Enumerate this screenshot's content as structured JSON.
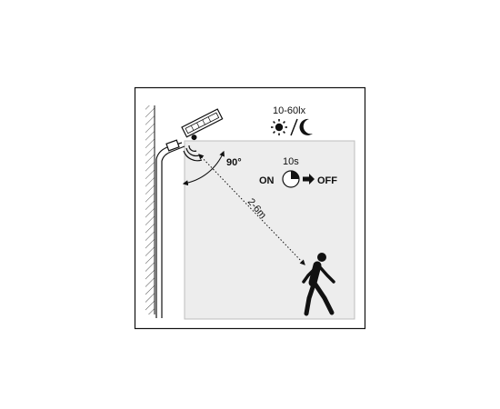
{
  "diagram": {
    "lux_label": "10-60lx",
    "angle_label": "90°",
    "distance_label": "2-6m",
    "delay_label": "10s",
    "on_label": "ON",
    "off_label": "OFF"
  },
  "icons": {
    "sun": "sun-icon",
    "moon": "moon-icon",
    "timer": "timer-pie-icon",
    "arrow": "arrow-right-icon",
    "person": "walking-person-icon",
    "lamp": "street-lamp-icon",
    "sensor_waves": "sensor-waves-icon"
  },
  "colors": {
    "detection_zone": "#ededed",
    "stroke": "#111111"
  }
}
